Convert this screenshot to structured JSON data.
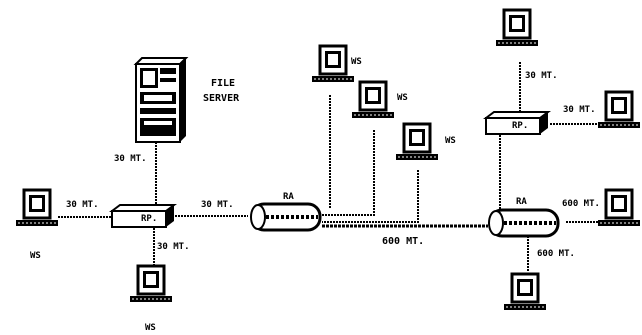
{
  "labels": {
    "file_server_line1": "FILE",
    "file_server_line2": "SERVER",
    "ws": "WS",
    "rp": "RP.",
    "ra": "RA",
    "len_30": "30 MT.",
    "len_600": "600 MT."
  },
  "colors": {
    "ink": "#000000",
    "paper": "#ffffff"
  }
}
